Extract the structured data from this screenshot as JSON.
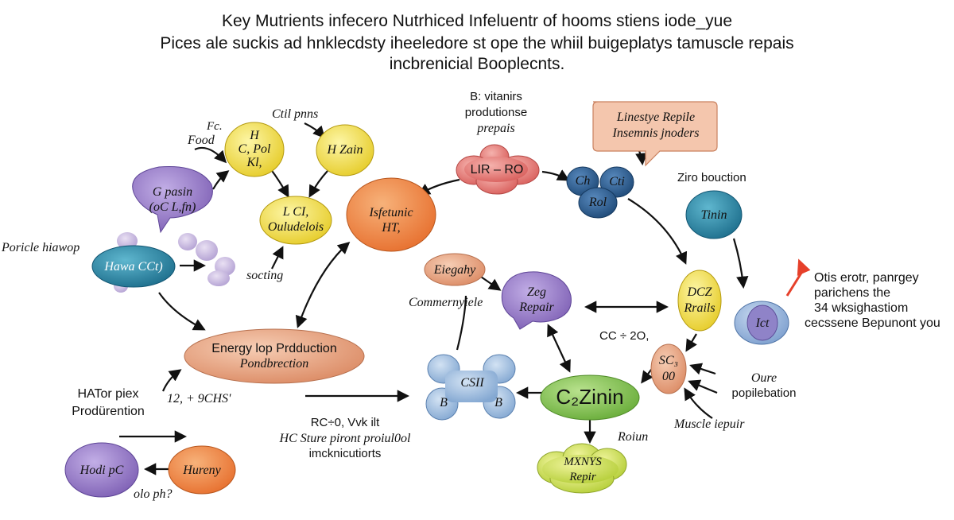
{
  "title": {
    "line1": "Key Mutrients infecero Nutrhiced Infeluentr of hooms stiens iode_yue",
    "line2": "Pices ale suckis ad hnklecdsty iheeledore st ope the whiil buigeplatys tamuscle repais",
    "line3": "incbrenicial Booplecnts."
  },
  "nodes": {
    "fc_label": "Fc.",
    "food_label": "Food",
    "cpol": [
      "H",
      "C, Pol",
      "Kl,"
    ],
    "ctil_label": "Ctil pnns",
    "hzain": "H Zain",
    "lci": [
      "L CI,",
      "Ouludelois"
    ],
    "gpasin": [
      "G pasin",
      "(oC L,fn)"
    ],
    "porticle_label": "Poricle hiawop",
    "hawa": "Hawa CCt)",
    "socting_label": "socting",
    "bvit_label": [
      "B: vitanirs",
      "produtionse",
      "prepais"
    ],
    "lirro": "LIR – RO",
    "isfetunic": [
      "Isfetunic",
      "HT,"
    ],
    "callout": [
      "Linestye Repile",
      "Insemnis jnoders"
    ],
    "ch": "Ch",
    "cti": "Cti",
    "rol": "Rol",
    "ziro_label": "Ziro bouction",
    "tinin": "Tinin",
    "eiegahy": "Eiegahy",
    "commer_label": "Commernyiele",
    "zeg": [
      "Zeg",
      "Repair"
    ],
    "dcz": [
      "DCZ",
      "Rrails"
    ],
    "otis": [
      "Otis erotr, panrgey",
      "parichens the",
      "34 wksighastiom",
      "cecssene Bepunont you"
    ],
    "ict": "Ict",
    "energy": [
      "Energy lop Prdduction",
      "Pondbrection"
    ],
    "cc20_label": "CC ÷ 2O,",
    "sc": [
      "SC₃",
      "00"
    ],
    "oure_label": [
      "Oure",
      "popilebation"
    ],
    "hator_label": [
      "HATor piex",
      "Prodürention"
    ],
    "num_label": "12, + 9CHS'",
    "csii": [
      "CSII",
      "B",
      "B"
    ],
    "czinin": "C₂Zinin",
    "muscle_label": "Muscle iepuir",
    "rc_label": [
      "RC÷0, Vvk ilt",
      "HC Sture piront proiul0ol",
      "imcknicutiorts"
    ],
    "roiun_label": "Roiun",
    "mxnys": [
      "MXNYS",
      "Repir"
    ],
    "hodi": "Hodi pC",
    "hureny": "Hureny",
    "olo_label": "olo ph?"
  },
  "colors": {
    "yellow": "#f3e04a",
    "orange": "#ee8a4a",
    "purple": "#9a7ec9",
    "teal": "#2e8ba8",
    "navy": "#2a5a8c",
    "salmon": "#e9a37f",
    "green": "#8cc95c",
    "lime": "#cfe25d",
    "lightblue": "#a9c4e2",
    "pink": "#e77f7d",
    "lavender": "#c6b6de",
    "red": "#e6402a"
  }
}
